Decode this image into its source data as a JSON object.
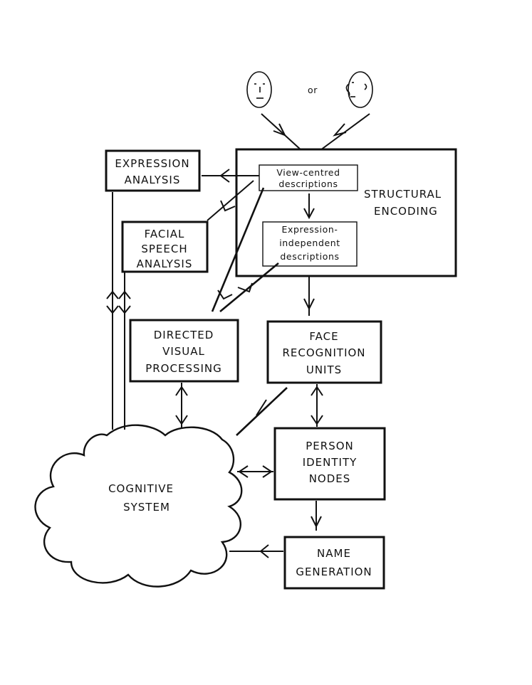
{
  "faces": {
    "connector": "or"
  },
  "boxes": {
    "expression_analysis": {
      "lines": [
        "EXPRESSION",
        "ANALYSIS"
      ]
    },
    "structural_encoding": {
      "lines": [
        "STRUCTURAL",
        "ENCODING"
      ]
    },
    "view_centred": {
      "lines": [
        "View-centred",
        "descriptions"
      ]
    },
    "expression_independent": {
      "lines": [
        "Expression-",
        "independent",
        "descriptions"
      ]
    },
    "facial_speech": {
      "lines": [
        "FACIAL",
        "SPEECH",
        "ANALYSIS"
      ]
    },
    "directed_visual": {
      "lines": [
        "DIRECTED",
        "VISUAL",
        "PROCESSING"
      ]
    },
    "face_recognition": {
      "lines": [
        "FACE",
        "RECOGNITION",
        "UNITS"
      ]
    },
    "person_identity": {
      "lines": [
        "PERSON",
        "IDENTITY",
        "NODES"
      ]
    },
    "name_generation": {
      "lines": [
        "NAME",
        "GENERATION"
      ]
    },
    "cognitive_system": {
      "lines": [
        "COGNITIVE",
        "SYSTEM"
      ]
    }
  }
}
